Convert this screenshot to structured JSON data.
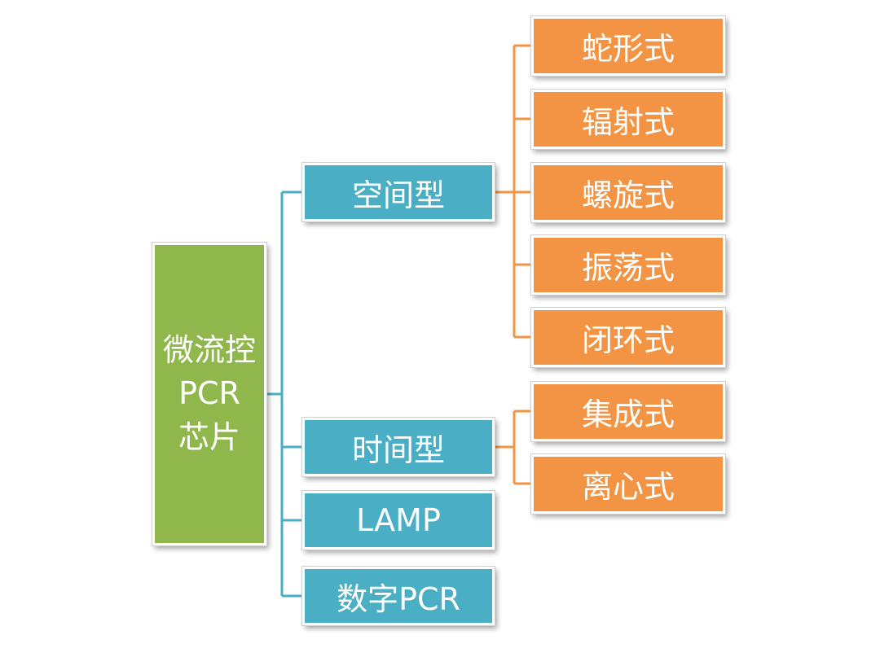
{
  "colors": {
    "root": "#8fb74b",
    "category": "#4aaec5",
    "subtype": "#f29443",
    "category_line": "#4aaec5",
    "subtype_line": "#f29443"
  },
  "root": {
    "lines": [
      "微流控",
      "PCR",
      "芯片"
    ]
  },
  "categories": [
    {
      "label": "空间型",
      "subtypes": [
        "蛇形式",
        "辐射式",
        "螺旋式",
        "振荡式",
        "闭环式"
      ]
    },
    {
      "label": "时间型",
      "subtypes": [
        "集成式",
        "离心式"
      ]
    },
    {
      "label": "LAMP",
      "subtypes": []
    },
    {
      "label": "数字PCR",
      "subtypes": []
    }
  ]
}
